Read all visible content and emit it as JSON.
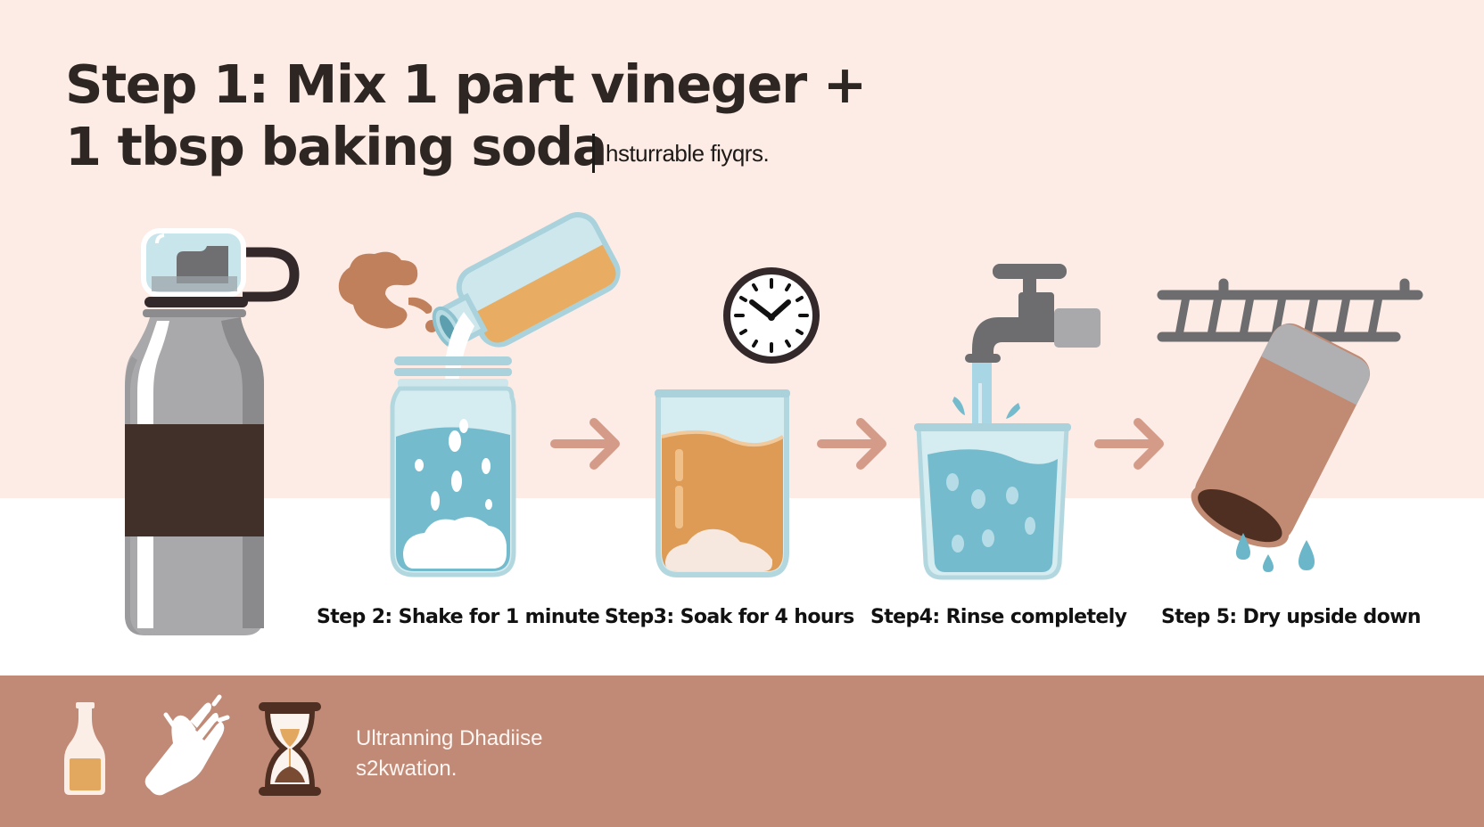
{
  "header": {
    "title_line1": "Step 1: Mix 1 part vinegar +",
    "title_line1_display": "Step 1: Mix 1 part vineger +",
    "title_line2": "1 tbsp baking soda",
    "subtitle": "hsturrable fiyqrs."
  },
  "steps": [
    {
      "label": "Step 2: Shake for 1 minute",
      "icon": "jar-pour-icon"
    },
    {
      "label": "Step3: Soak for 4 hours",
      "icon": "beaker-clock-icon"
    },
    {
      "label": "Step4: Rinse completely",
      "icon": "faucet-cup-icon"
    },
    {
      "label": "Step 5: Dry upside down",
      "icon": "rack-bottle-icon"
    }
  ],
  "footer": {
    "icons": [
      "vinegar-bottle-icon",
      "shake-hand-icon",
      "hourglass-icon"
    ],
    "text_line1": "Ultranning Dhadiise",
    "text_line2": "s2kwation."
  },
  "colors": {
    "background_top": "#fdece6",
    "background_mid": "#ffffff",
    "band": "#c08a77",
    "title": "#2e2622",
    "arrow": "#d49b88",
    "water": "#74bccd",
    "glass": "#b9dce3",
    "vinegar": "#dd9b55",
    "steel": "#a9a9a9",
    "dark_brown": "#403029"
  }
}
